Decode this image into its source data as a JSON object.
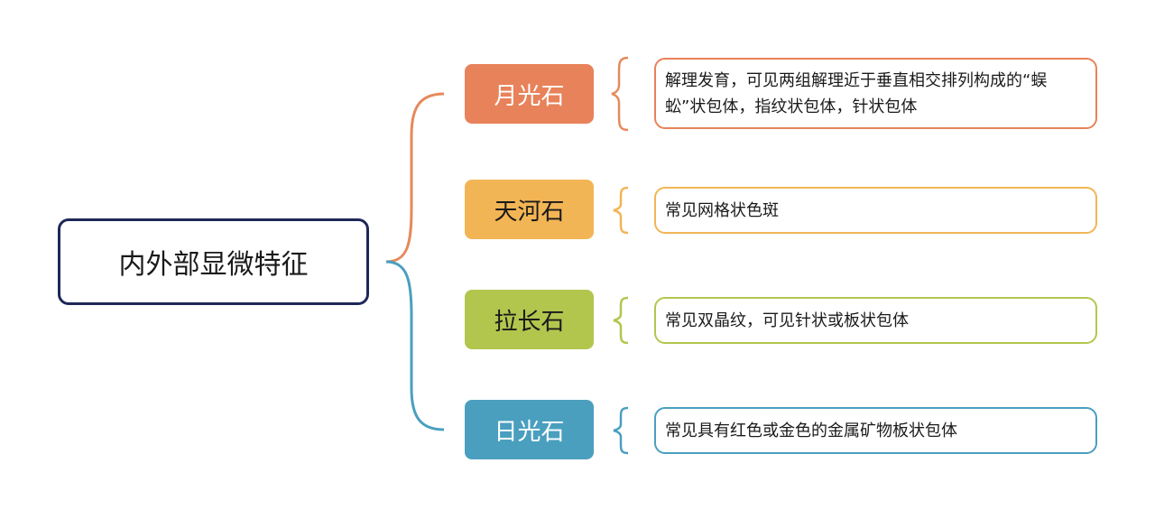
{
  "root": {
    "label": "内外部显微特征",
    "border_color": "#1f2858"
  },
  "branches": [
    {
      "name": "月光石",
      "color": "#e8825a",
      "text_color": "#ffffff",
      "description": "解理发育，可见两组解理近于垂直相交排列构成的“蜈蚣”状包体，指纹状包体，针状包体"
    },
    {
      "name": "天河石",
      "color": "#f2b555",
      "text_color": "#1a1a1a",
      "description": "常见网格状色斑"
    },
    {
      "name": "拉长石",
      "color": "#b2c64e",
      "text_color": "#1a1a1a",
      "description": "常见双晶纹，可见针状或板状包体"
    },
    {
      "name": "日光石",
      "color": "#4a9fbf",
      "text_color": "#ffffff",
      "description": "常见具有红色或金色的金属矿物板状包体"
    }
  ]
}
